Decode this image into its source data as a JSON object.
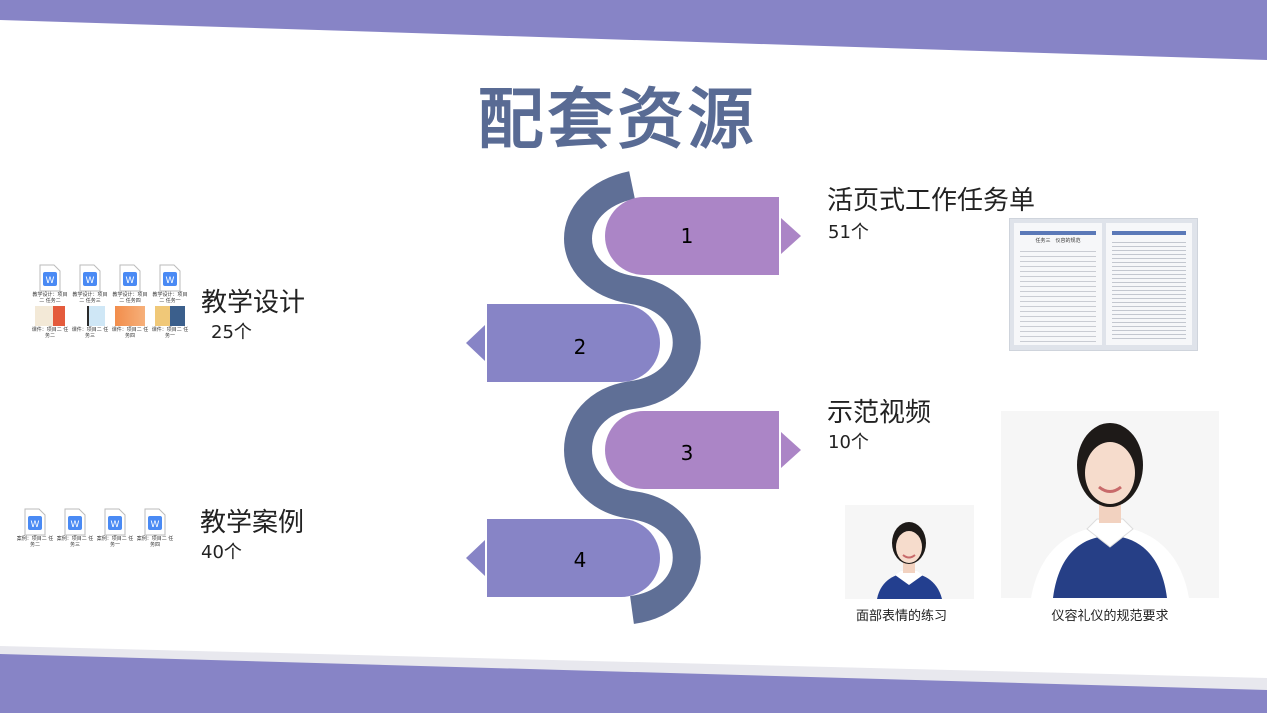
{
  "page": {
    "title": "配套资源"
  },
  "colors": {
    "accent_dark": "#596b94",
    "purple_light": "#ab85c6",
    "purple_blue": "#8784c6",
    "title": "#596b94"
  },
  "arrows": [
    {
      "number": "1",
      "direction": "right"
    },
    {
      "number": "2",
      "direction": "left"
    },
    {
      "number": "3",
      "direction": "right"
    },
    {
      "number": "4",
      "direction": "left"
    }
  ],
  "resources": {
    "worksheet": {
      "title": "活页式工作任务单",
      "count": "51个"
    },
    "design": {
      "title": "教学设计",
      "count": "25个"
    },
    "video": {
      "title": "示范视频",
      "count": "10个"
    },
    "cases": {
      "title": "教学案例",
      "count": "40个"
    }
  },
  "design_files": {
    "docs": [
      "教学设计：项目\n二 任务二",
      "教学设计：项目\n二 任务三",
      "教学设计：项目\n二 任务四",
      "教学设计：项目\n二 任务一"
    ],
    "slides": [
      "课件：项目二 任\n务二",
      "课件：项目二 任\n务三",
      "课件：项目二 任\n务四",
      "课件：项目二 任\n务一"
    ]
  },
  "case_files": [
    "案例：项目二 任\n务二",
    "案例：项目二 任\n务三",
    "案例：项目二 任\n务一",
    "案例：项目二 任\n务四"
  ],
  "worksheet_image": {
    "heading": "任务三　仪容的规范"
  },
  "video_captions": {
    "small": "面部表情的练习",
    "large": "仪容礼仪的规范要求"
  }
}
